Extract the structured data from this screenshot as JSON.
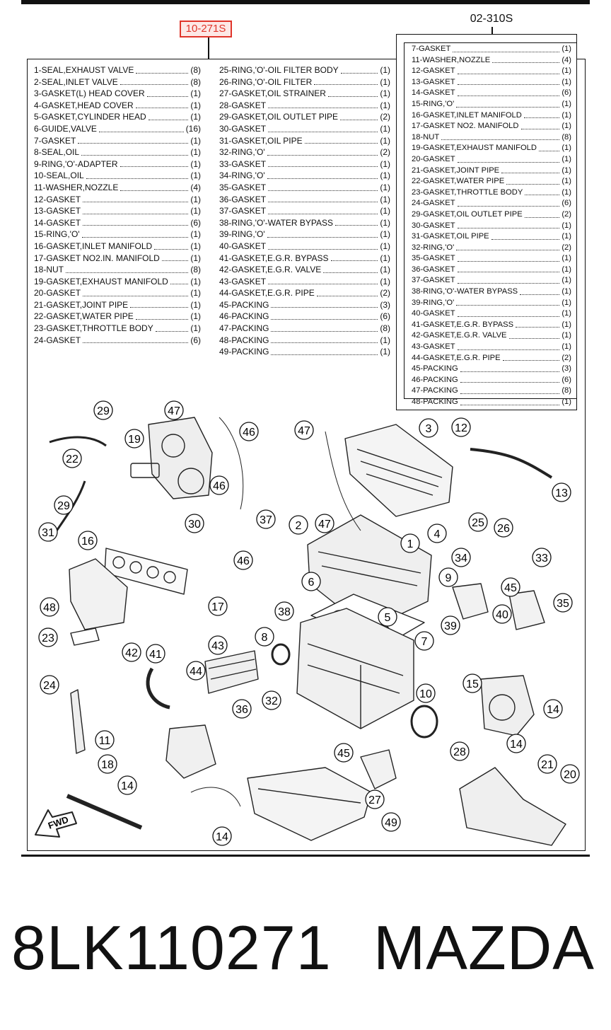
{
  "ref_code": "10-271S",
  "kit_code": "02-310S",
  "parts_main_left": [
    {
      "name": "1-SEAL,EXHAUST VALVE",
      "qty": "(8)"
    },
    {
      "name": "2-SEAL,INLET VALVE",
      "qty": "(8)"
    },
    {
      "name": "3-GASKET(L) HEAD COVER",
      "qty": "(1)"
    },
    {
      "name": "4-GASKET,HEAD COVER",
      "qty": "(1)"
    },
    {
      "name": "5-GASKET,CYLINDER HEAD",
      "qty": "(1)"
    },
    {
      "name": "6-GUIDE,VALVE",
      "qty": "(16)"
    },
    {
      "name": "7-GASKET",
      "qty": "(1)"
    },
    {
      "name": "8-SEAL,OIL",
      "qty": "(1)"
    },
    {
      "name": "9-RING,'O'-ADAPTER",
      "qty": "(1)"
    },
    {
      "name": "10-SEAL,OIL",
      "qty": "(1)"
    },
    {
      "name": "11-WASHER,NOZZLE",
      "qty": "(4)"
    },
    {
      "name": "12-GASKET",
      "qty": "(1)"
    },
    {
      "name": "13-GASKET",
      "qty": "(1)"
    },
    {
      "name": "14-GASKET",
      "qty": "(6)"
    },
    {
      "name": "15-RING,'O'",
      "qty": "(1)"
    },
    {
      "name": "16-GASKET,INLET MANIFOLD",
      "qty": "(1)"
    },
    {
      "name": "17-GASKET NO2.IN. MANIFOLD",
      "qty": "(1)"
    },
    {
      "name": "18-NUT",
      "qty": "(8)"
    },
    {
      "name": "19-GASKET,EXHAUST MANIFOLD",
      "qty": "(1)"
    },
    {
      "name": "20-GASKET",
      "qty": "(1)"
    },
    {
      "name": "21-GASKET,JOINT PIPE",
      "qty": "(1)"
    },
    {
      "name": "22-GASKET,WATER PIPE",
      "qty": "(1)"
    },
    {
      "name": "23-GASKET,THROTTLE BODY",
      "qty": "(1)"
    },
    {
      "name": "24-GASKET",
      "qty": "(6)"
    }
  ],
  "parts_main_right": [
    {
      "name": "25-RING,'O'-OIL FILTER BODY",
      "qty": "(1)"
    },
    {
      "name": "26-RING,'O'-OIL FILTER",
      "qty": "(1)"
    },
    {
      "name": "27-GASKET,OIL STRAINER",
      "qty": "(1)"
    },
    {
      "name": "28-GASKET",
      "qty": "(1)"
    },
    {
      "name": "29-GASKET,OIL OUTLET PIPE",
      "qty": "(2)"
    },
    {
      "name": "30-GASKET",
      "qty": "(1)"
    },
    {
      "name": "31-GASKET,OIL PIPE",
      "qty": "(1)"
    },
    {
      "name": "32-RING,'O'",
      "qty": "(2)"
    },
    {
      "name": "33-GASKET",
      "qty": "(1)"
    },
    {
      "name": "34-RING,'O'",
      "qty": "(1)"
    },
    {
      "name": "35-GASKET",
      "qty": "(1)"
    },
    {
      "name": "36-GASKET",
      "qty": "(1)"
    },
    {
      "name": "37-GASKET",
      "qty": "(1)"
    },
    {
      "name": "38-RING,'O'-WATER BYPASS",
      "qty": "(1)"
    },
    {
      "name": "39-RING,'O'",
      "qty": "(1)"
    },
    {
      "name": "40-GASKET",
      "qty": "(1)"
    },
    {
      "name": "41-GASKET,E.G.R. BYPASS",
      "qty": "(1)"
    },
    {
      "name": "42-GASKET,E.G.R. VALVE",
      "qty": "(1)"
    },
    {
      "name": "43-GASKET",
      "qty": "(1)"
    },
    {
      "name": "44-GASKET,E.G.R. PIPE",
      "qty": "(2)"
    },
    {
      "name": "45-PACKING",
      "qty": "(3)"
    },
    {
      "name": "46-PACKING",
      "qty": "(6)"
    },
    {
      "name": "47-PACKING",
      "qty": "(8)"
    },
    {
      "name": "48-PACKING",
      "qty": "(1)"
    },
    {
      "name": "49-PACKING",
      "qty": "(1)"
    }
  ],
  "parts_kit": [
    {
      "name": "7-GASKET",
      "qty": "(1)"
    },
    {
      "name": "11-WASHER,NOZZLE",
      "qty": "(4)"
    },
    {
      "name": "12-GASKET",
      "qty": "(1)"
    },
    {
      "name": "13-GASKET",
      "qty": "(1)"
    },
    {
      "name": "14-GASKET",
      "qty": "(6)"
    },
    {
      "name": "15-RING,'O'",
      "qty": "(1)"
    },
    {
      "name": "16-GASKET,INLET MANIFOLD",
      "qty": "(1)"
    },
    {
      "name": "17-GASKET NO2. MANIFOLD",
      "qty": "(1)"
    },
    {
      "name": "18-NUT",
      "qty": "(8)"
    },
    {
      "name": "19-GASKET,EXHAUST MANIFOLD",
      "qty": "(1)"
    },
    {
      "name": "20-GASKET",
      "qty": "(1)"
    },
    {
      "name": "21-GASKET,JOINT PIPE",
      "qty": "(1)"
    },
    {
      "name": "22-GASKET,WATER PIPE",
      "qty": "(1)"
    },
    {
      "name": "23-GASKET,THROTTLE BODY",
      "qty": "(1)"
    },
    {
      "name": "24-GASKET",
      "qty": "(6)"
    },
    {
      "name": "29-GASKET,OIL OUTLET PIPE",
      "qty": "(2)"
    },
    {
      "name": "30-GASKET",
      "qty": "(1)"
    },
    {
      "name": "31-GASKET,OIL PIPE",
      "qty": "(1)"
    },
    {
      "name": "32-RING,'O'",
      "qty": "(2)"
    },
    {
      "name": "35-GASKET",
      "qty": "(1)"
    },
    {
      "name": "36-GASKET",
      "qty": "(1)"
    },
    {
      "name": "37-GASKET",
      "qty": "(1)"
    },
    {
      "name": "38-RING,'O'-WATER BYPASS",
      "qty": "(1)"
    },
    {
      "name": "39-RING,'O'",
      "qty": "(1)"
    },
    {
      "name": "40-GASKET",
      "qty": "(1)"
    },
    {
      "name": "41-GASKET,E.G.R. BYPASS",
      "qty": "(1)"
    },
    {
      "name": "42-GASKET,E.G.R. VALVE",
      "qty": "(1)"
    },
    {
      "name": "43-GASKET",
      "qty": "(1)"
    },
    {
      "name": "44-GASKET,E.G.R. PIPE",
      "qty": "(2)"
    },
    {
      "name": "45-PACKING",
      "qty": "(3)"
    },
    {
      "name": "46-PACKING",
      "qty": "(6)"
    },
    {
      "name": "47-PACKING",
      "qty": "(8)"
    },
    {
      "name": "48-PACKING",
      "qty": "(1)"
    }
  ],
  "callouts": [
    "29",
    "47",
    "46",
    "3",
    "12",
    "22",
    "19",
    "47",
    "13",
    "29",
    "46",
    "37",
    "2",
    "4",
    "47",
    "1",
    "25",
    "26",
    "31",
    "30",
    "33",
    "16",
    "34",
    "9",
    "45",
    "46",
    "6",
    "48",
    "17",
    "38",
    "35",
    "39",
    "40",
    "5",
    "7",
    "23",
    "8",
    "42",
    "41",
    "43",
    "44",
    "10",
    "15",
    "24",
    "36",
    "32",
    "14",
    "11",
    "45",
    "28",
    "18",
    "14",
    "21",
    "20",
    "27",
    "14",
    "49",
    "14"
  ],
  "fwd_label": "FWD",
  "footer": {
    "part_number": "8LK110271",
    "brand": "MAZDA"
  }
}
